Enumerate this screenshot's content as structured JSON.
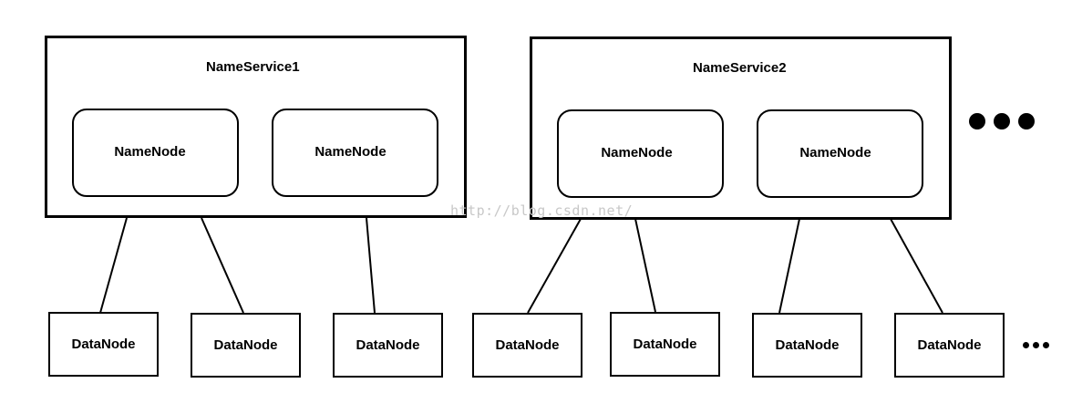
{
  "nameservices": [
    {
      "label": "NameService1",
      "namenodes": [
        "NameNode",
        "NameNode"
      ]
    },
    {
      "label": "NameService2",
      "namenodes": [
        "NameNode",
        "NameNode"
      ]
    }
  ],
  "datanodes": [
    "DataNode",
    "DataNode",
    "DataNode",
    "DataNode",
    "DataNode",
    "DataNode",
    "DataNode"
  ],
  "watermark": "http://blog.csdn.net/"
}
